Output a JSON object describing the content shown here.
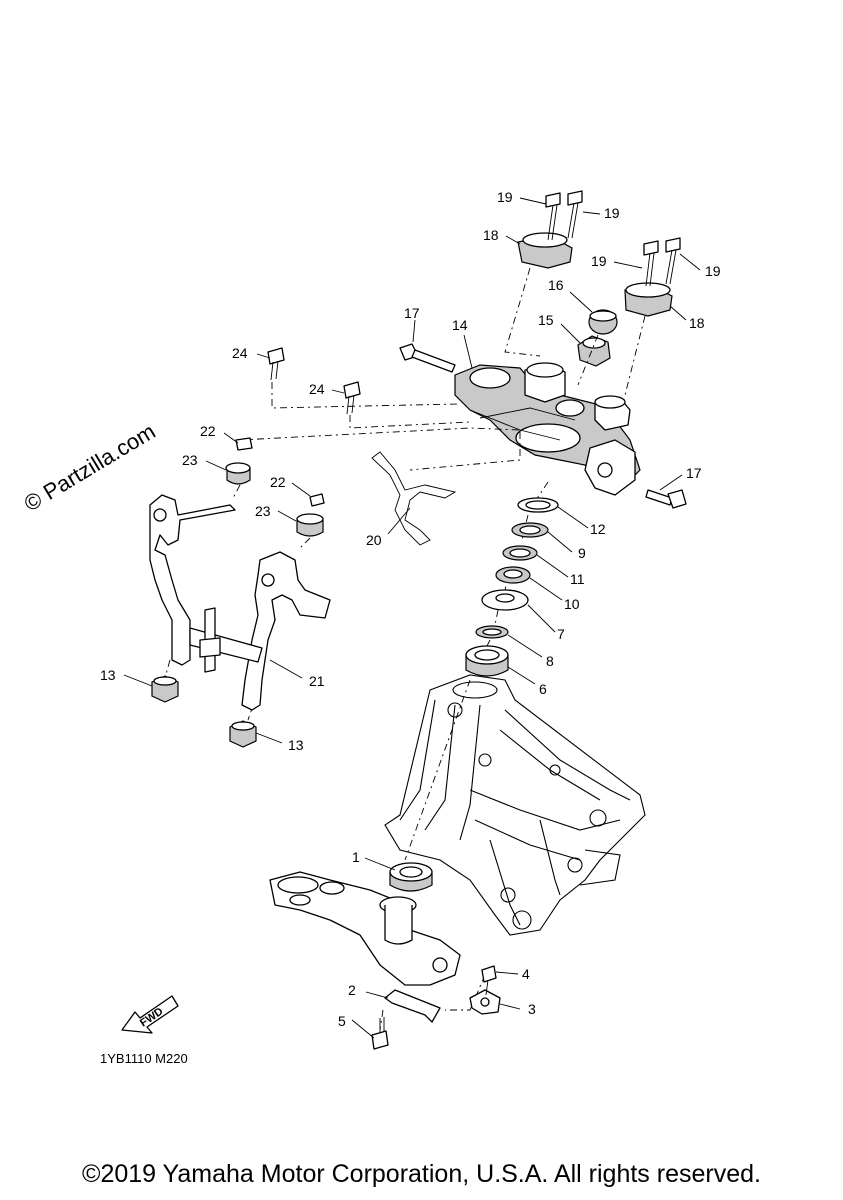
{
  "watermark": "© Partzilla.com",
  "diagram_code": "1YB1110 M220",
  "fwd_label": "FWD",
  "copyright": "©2019 Yamaha Motor Corporation, U.S.A. All rights reserved.",
  "callouts": {
    "c1": "1",
    "c2": "2",
    "c3": "3",
    "c4": "4",
    "c5": "5",
    "c6": "6",
    "c7": "7",
    "c8": "8",
    "c9": "9",
    "c10": "10",
    "c11": "11",
    "c12": "12",
    "c13a": "13",
    "c13b": "13",
    "c14": "14",
    "c15": "15",
    "c16": "16",
    "c17a": "17",
    "c17b": "17",
    "c18a": "18",
    "c18b": "18",
    "c19a": "19",
    "c19b": "19",
    "c19c": "19",
    "c19d": "19",
    "c20": "20",
    "c21": "21",
    "c22a": "22",
    "c22b": "22",
    "c23a": "23",
    "c23b": "23",
    "c24a": "24",
    "c24b": "24"
  }
}
